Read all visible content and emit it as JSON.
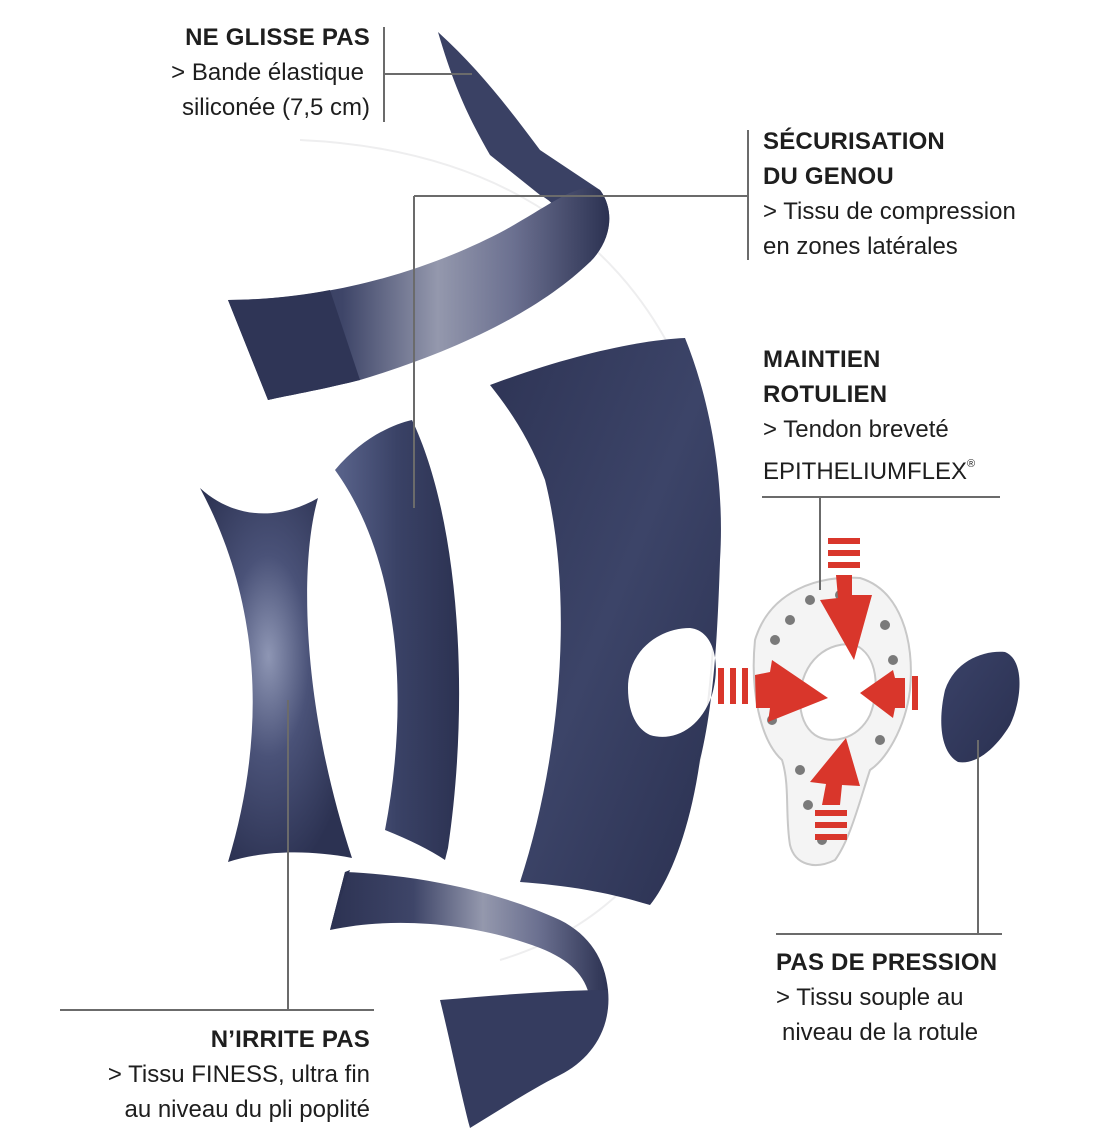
{
  "labels": {
    "ne_glisse_pas": {
      "title": "NE GLISSE PAS",
      "desc_line1": "> Bande élastique",
      "desc_line2": "siliconée (7,5 cm)"
    },
    "securisation": {
      "title_line1": "SÉCURISATION",
      "title_line2": "DU GENOU",
      "desc_line1": "> Tissu de compression",
      "desc_line2": "en zones latérales"
    },
    "maintien": {
      "title_line1": "MAINTIEN",
      "title_line2": "ROTULIEN",
      "desc_line1": "> Tendon breveté",
      "desc_line2": "EPITHELIUMFLEX",
      "reg_mark": "®"
    },
    "pas_de_pression": {
      "title": "PAS DE PRESSION",
      "desc_line1": "> Tissu souple au",
      "desc_line2": "niveau de la rotule"
    },
    "nirrite_pas": {
      "title": "N’IRRITE PAS",
      "desc_line1": "> Tissu FINESS, ultra fin",
      "desc_line2": "au niveau du pli poplité"
    }
  },
  "colors": {
    "fabric": "#353c5f",
    "fabric_light": "#5a6286",
    "band_light": "#8f93a8",
    "arrow_red": "#d9362b",
    "leader_line": "#6b6b6b",
    "text": "#1e1e1e"
  }
}
